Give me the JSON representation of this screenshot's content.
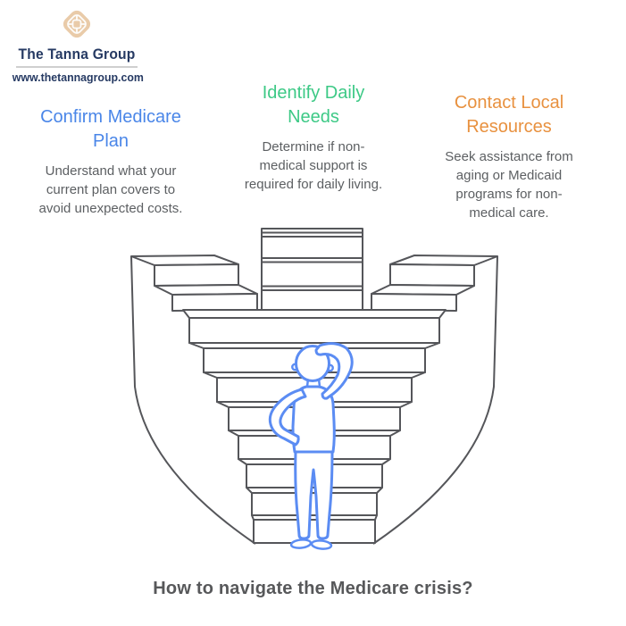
{
  "brand": {
    "name": "The Tanna Group",
    "website": "www.thetannagroup.com",
    "icon": "knot-emblem-icon",
    "navy_color": "#263a63",
    "tan_color": "#e9cba9"
  },
  "steps": [
    {
      "title": "Confirm Medicare Plan",
      "color": "#4a86e8",
      "desc_lines": [
        "Understand what your",
        "current plan covers to",
        "avoid unexpected costs."
      ]
    },
    {
      "title": "Identify Daily Needs",
      "color": "#3dc986",
      "desc_lines": [
        "Determine if non-",
        "medical support is",
        "required for daily living.",
        ""
      ]
    },
    {
      "title": "Contact Local Resources",
      "color": "#e8913f",
      "desc_lines": [
        "Seek assistance from",
        "aging or Medicaid",
        "programs for non-",
        "medical care."
      ]
    }
  ],
  "caption": "How to navigate the Medicare crisis?",
  "illustration": {
    "description": "person scratching head at the bottom of a wide funnel staircase",
    "line_color": "#55565a",
    "person_color": "#5b8cf3"
  }
}
